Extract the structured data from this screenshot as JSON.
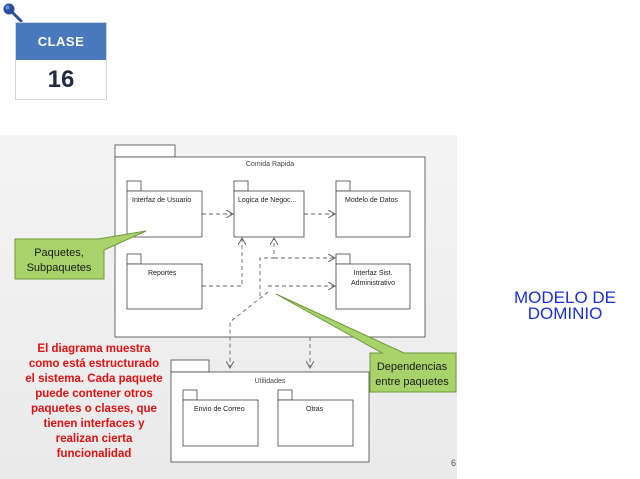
{
  "badge": {
    "label": "CLASE",
    "number": "16"
  },
  "side_title": {
    "line1": "MODELO DE",
    "line2": "DOMINIO"
  },
  "diagram": {
    "outer_package": "Comida Rapida",
    "packages": {
      "ui": "Interfaz de Usuario",
      "logic": "Logica de Negoc...",
      "data": "Modelo de Datos",
      "reports": "Reportes",
      "admin_line1": "Interfaz Sist.",
      "admin_line2": "Administrativo"
    },
    "utilities_package": "Utilidades",
    "utility_packages": {
      "mail": "Envio de Correo",
      "others": "Otras"
    },
    "callout_packages": {
      "line1": "Paquetes,",
      "line2": "Subpaquetes"
    },
    "callout_dependencies": {
      "line1": "Dependencias",
      "line2": "entre paquetes"
    },
    "colors": {
      "callout_fill": "#a8d26a",
      "callout_stroke": "#6f9a3a",
      "title_blue": "#1a2fd6",
      "note_red": "#e01010",
      "badge_blue": "#4a78bd"
    }
  },
  "description": {
    "line1": "El diagrama muestra",
    "line2": "como está estructurado",
    "line3": "el sistema. Cada paquete",
    "line4": "puede contener otros",
    "line5": "paquetes o clases, que",
    "line6": "tienen interfaces y",
    "line7": "realizan cierta",
    "line8": "funcionalidad"
  },
  "page_number": "6"
}
